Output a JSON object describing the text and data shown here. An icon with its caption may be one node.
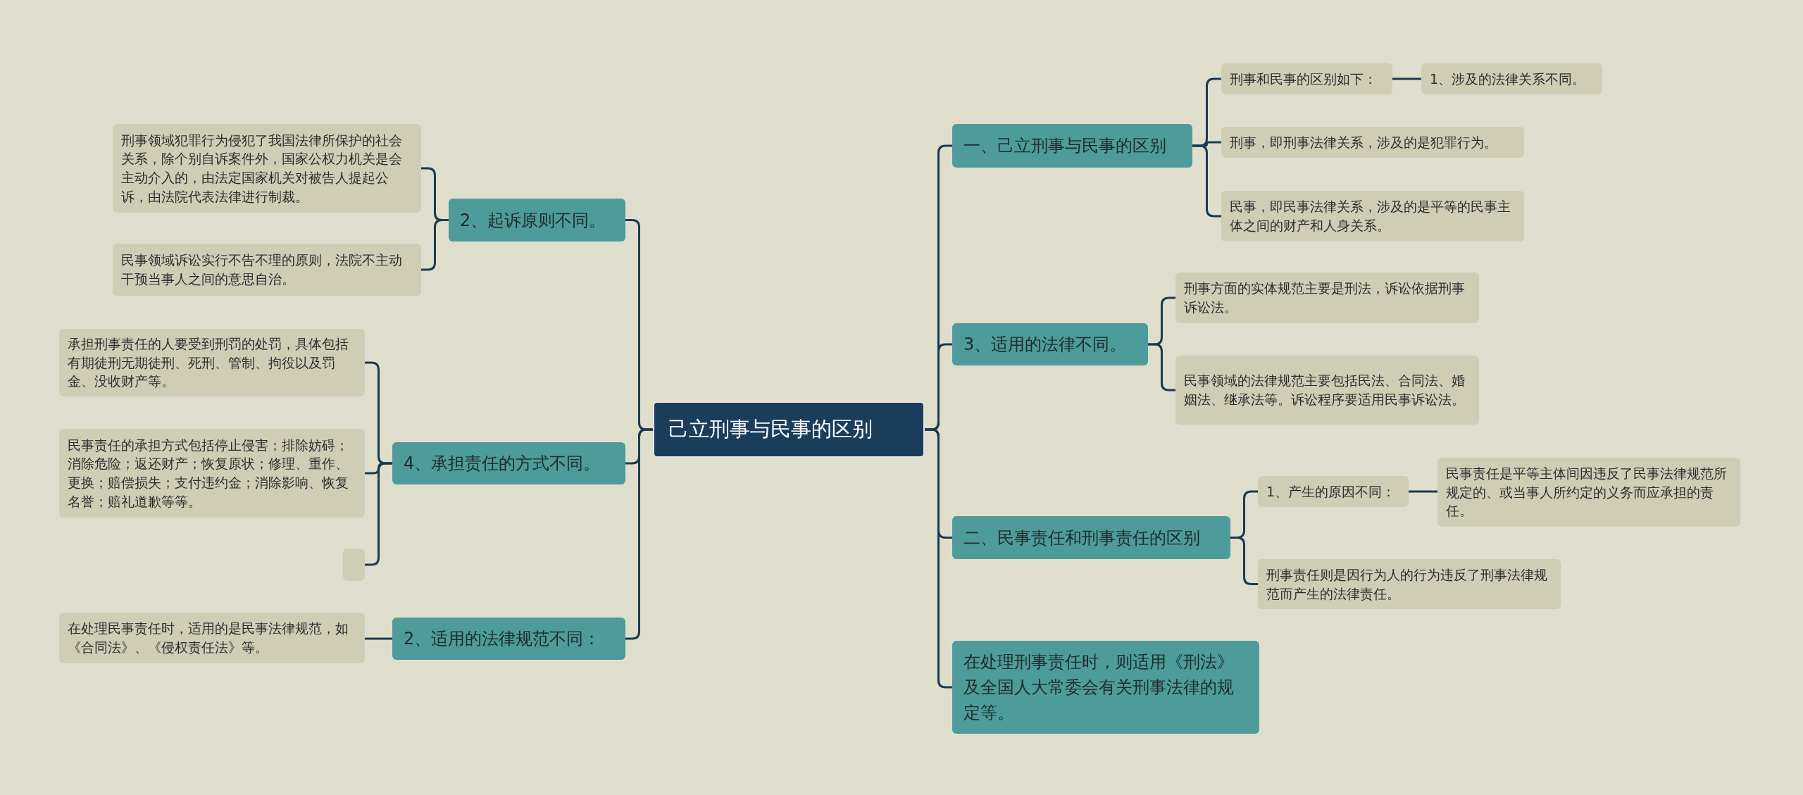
{
  "diagram": {
    "nodes": [
      {
        "text": [
          "己立刑事与民事的区别"
        ]
      },
      {
        "text": [
          "2、起诉原则不同。"
        ]
      },
      {
        "text": [
          "刑事领域犯罪行为侵犯了我国法律所保护的社会关系，除个别自诉案件外，国家公权力机关是会主动介入的，由法定国家机关对被告人提起公诉，由法院代表法律进行制裁。"
        ]
      },
      {
        "text": [
          "民事领域诉讼实行不告不理的原则，法院不主动干预当事人之间的意思自治。"
        ]
      },
      {
        "text": [
          "4、承担责任的方式不同。"
        ]
      },
      {
        "text": [
          "承担刑事责任的人要受到刑罚的处罚，具体包括有期徒刑无期徒刑、死刑、管制、拘役以及罚金、没收财产等。"
        ]
      },
      {
        "text": [
          "民事责任的承担方式包括停止侵害；排除妨碍；消除危险；返还财产；恢复原状；修理、重作、更换；赔偿损失；支付违约金；消除影响、恢复名誉；赔礼道歉等等。"
        ]
      },
      {
        "text": [],
        "shape": "box"
      },
      {
        "text": [
          "2、适用的法律规范不同："
        ]
      },
      {
        "text": [
          "在处理民事责任时，适用的是民事法律规范，如《合同法》、《侵权责任法》等。"
        ]
      },
      {
        "text": [
          "一、己立刑事与民事的区别"
        ]
      },
      {
        "text": [
          "刑事和民事的区别如下："
        ]
      },
      {
        "text": [
          "1、涉及的法律关系不同。"
        ]
      },
      {
        "text": [
          "刑事，即刑事法律关系，涉及的是犯罪行为。"
        ]
      },
      {
        "text": [
          "民事，即民事法律关系，涉及的是平等的民事主体之间的财产和人身关系。"
        ]
      },
      {
        "text": [
          "3、适用的法律不同。"
        ]
      },
      {
        "text": [
          "刑事方面的实体规范主要是刑法，诉讼依据刑事诉讼法。"
        ]
      },
      {
        "text": [
          "民事领域的法律规范主要包括民法、合同法、婚姻法、继承法等。诉讼程序要适用民事诉讼法。"
        ]
      },
      {
        "text": [
          "二、民事责任和刑事责任的区别"
        ]
      },
      {
        "text": [
          "1、产生的原因不同："
        ]
      },
      {
        "text": [
          "民事责任是平等主体间因违反了民事法律规范所规定的、或当事人所约定的义务而应承担的责任。"
        ]
      },
      {
        "text": [
          "刑事责任则是因行为人的行为违反了刑事法律规范而产生的法律责任。"
        ]
      },
      {
        "text": [
          "在处理刑事责任时，则适用《刑法》及全国人大常委会有关刑事法律的规定等。"
        ]
      }
    ],
    "edges": [
      {
        "from": 0,
        "to": 1,
        "arrow": "none"
      },
      {
        "from": 1,
        "to": 2,
        "arrow": "none"
      },
      {
        "from": 1,
        "to": 3,
        "arrow": "none"
      },
      {
        "from": 0,
        "to": 4,
        "arrow": "none"
      },
      {
        "from": 4,
        "to": 5,
        "arrow": "none"
      },
      {
        "from": 4,
        "to": 6,
        "arrow": "none"
      },
      {
        "from": 4,
        "to": 7,
        "arrow": "none"
      },
      {
        "from": 0,
        "to": 8,
        "arrow": "none"
      },
      {
        "from": 8,
        "to": 9,
        "arrow": "none"
      },
      {
        "from": 0,
        "to": 10,
        "arrow": "none"
      },
      {
        "from": 10,
        "to": 11,
        "arrow": "none"
      },
      {
        "from": 11,
        "to": 12,
        "arrow": "none"
      },
      {
        "from": 10,
        "to": 13,
        "arrow": "none"
      },
      {
        "from": 10,
        "to": 14,
        "arrow": "none"
      },
      {
        "from": 0,
        "to": 15,
        "arrow": "none"
      },
      {
        "from": 15,
        "to": 16,
        "arrow": "none"
      },
      {
        "from": 15,
        "to": 17,
        "arrow": "none"
      },
      {
        "from": 0,
        "to": 18,
        "arrow": "none"
      },
      {
        "from": 18,
        "to": 19,
        "arrow": "none"
      },
      {
        "from": 19,
        "to": 20,
        "arrow": "none"
      },
      {
        "from": 18,
        "to": 21,
        "arrow": "none"
      },
      {
        "from": 0,
        "to": 22,
        "arrow": "none"
      }
    ]
  }
}
